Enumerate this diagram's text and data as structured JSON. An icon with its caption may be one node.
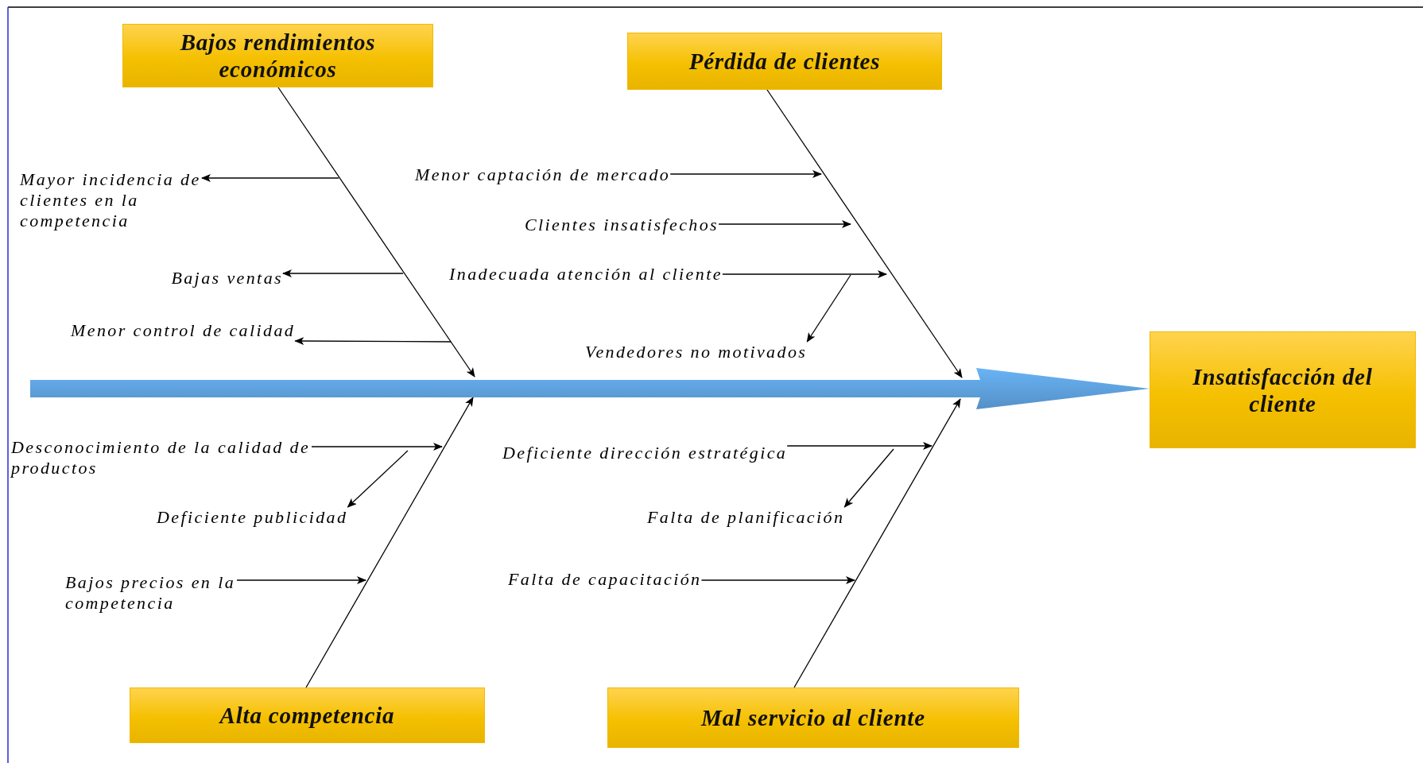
{
  "diagram": {
    "nodes": [
      {
        "text": [
          "Bajos rendimientos económicos"
        ]
      },
      {
        "text": [
          "Mayor incidencia de clientes en la competencia"
        ]
      },
      {
        "text": [
          "Bajas ventas"
        ]
      },
      {
        "text": [
          "Menor control de calidad"
        ]
      },
      {
        "text": [
          "Pérdida de clientes"
        ]
      },
      {
        "text": [
          "Menor captación de mercado"
        ]
      },
      {
        "text": [
          "Clientes insatisfechos"
        ]
      },
      {
        "text": [
          "Inadecuada atención al cliente"
        ]
      },
      {
        "text": [
          "Vendedores no motivados"
        ]
      },
      {
        "text": [
          "Alta competencia"
        ]
      },
      {
        "text": [
          "Desconocimiento de la calidad de productos"
        ]
      },
      {
        "text": [
          "Deficiente publicidad"
        ]
      },
      {
        "text": [
          "Bajos precios en la competencia"
        ]
      },
      {
        "text": [
          "Mal servicio al cliente"
        ]
      },
      {
        "text": [
          "Deficiente dirección estratégica"
        ]
      },
      {
        "text": [
          "Falta de planificación"
        ]
      },
      {
        "text": [
          "Falta de capacitación"
        ]
      },
      {
        "text": [
          "Insatisfacción del cliente"
        ]
      }
    ],
    "edges": [
      {
        "from": 0,
        "to": null,
        "arrow": "to"
      },
      {
        "from": 4,
        "to": null,
        "arrow": "to"
      },
      {
        "from": 9,
        "to": null,
        "arrow": "to"
      },
      {
        "from": 13,
        "to": null,
        "arrow": "to"
      },
      {
        "from": null,
        "to": 17,
        "arrow": "to",
        "style": "thick",
        "color": "#5b9bd5"
      },
      {
        "from": null,
        "to": 1,
        "arrow": "to"
      },
      {
        "from": null,
        "to": 2,
        "arrow": "to"
      },
      {
        "from": null,
        "to": 3,
        "arrow": "to"
      },
      {
        "from": 5,
        "to": null,
        "arrow": "to"
      },
      {
        "from": 6,
        "to": null,
        "arrow": "to"
      },
      {
        "from": 7,
        "to": null,
        "arrow": "to"
      },
      {
        "from": null,
        "to": 8,
        "arrow": "to"
      },
      {
        "from": 10,
        "to": null,
        "arrow": "to"
      },
      {
        "from": null,
        "to": 11,
        "arrow": "to"
      },
      {
        "from": 12,
        "to": null,
        "arrow": "to"
      },
      {
        "from": 14,
        "to": null,
        "arrow": "to"
      },
      {
        "from": null,
        "to": 15,
        "arrow": "to"
      },
      {
        "from": 16,
        "to": null,
        "arrow": "to"
      }
    ]
  }
}
